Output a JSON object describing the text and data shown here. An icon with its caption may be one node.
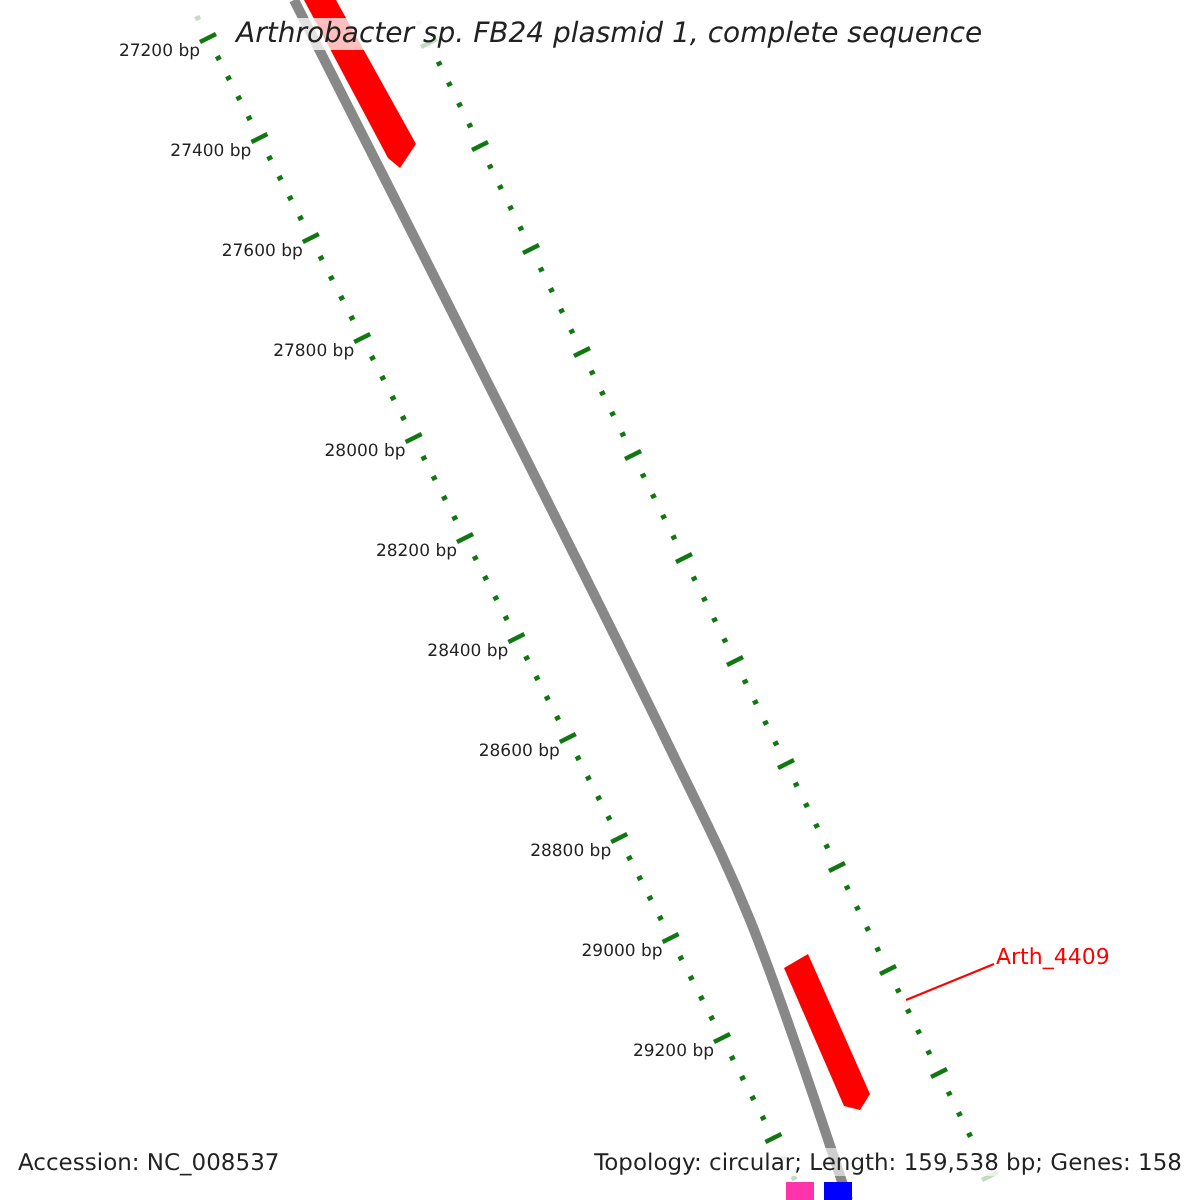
{
  "diagram": {
    "title": "Arthrobacter sp. FB24 plasmid 1, complete sequence",
    "nodes": [
      {
        "text": [
          "Arth_4409"
        ]
      },
      {
        "text": [],
        "shape": "bar"
      },
      {
        "text": [],
        "shape": "bar"
      },
      {
        "text": [],
        "shape": "bar"
      },
      {
        "text": [],
        "shape": "bar"
      }
    ],
    "edges": [
      {
        "from": 0,
        "to": 2,
        "arrow": "none",
        "color": "#ff0000"
      }
    ],
    "labels": [
      "27200 bp",
      "27400 bp",
      "27600 bp",
      "27800 bp",
      "28000 bp",
      "28200 bp",
      "28400 bp",
      "28600 bp",
      "28800 bp",
      "29000 bp",
      "29200 bp",
      "Accession: NC_008537",
      "Topology: circular; Length: 159,538 bp; Genes: 158"
    ]
  }
}
